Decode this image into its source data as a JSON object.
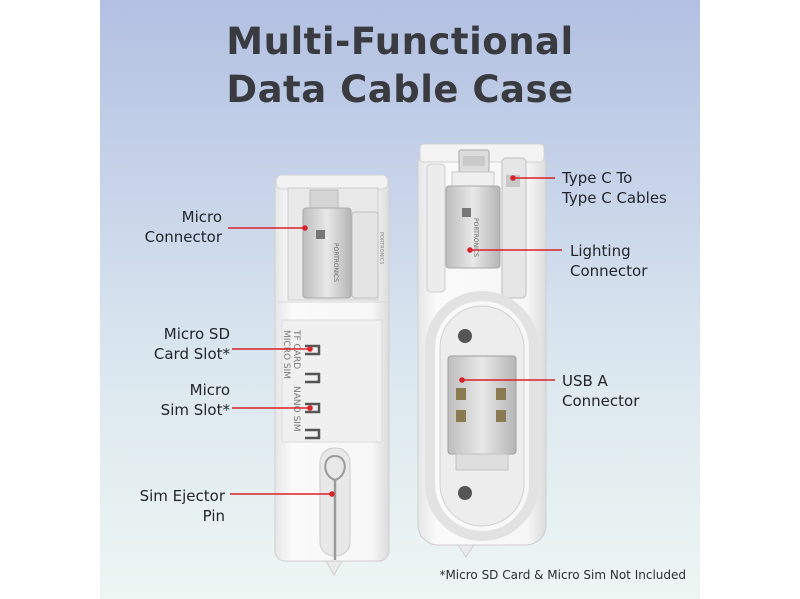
{
  "title": {
    "line1": "Multi-Functional",
    "line2": "Data Cable Case"
  },
  "labels": {
    "micro_connector": [
      "Micro",
      "Connector"
    ],
    "micro_sd_card_slot": [
      "Micro SD",
      "Card Slot*"
    ],
    "micro_sim_slot": [
      "Micro",
      "Sim Slot*"
    ],
    "sim_ejector_pin": [
      "Sim Ejector",
      "Pin"
    ],
    "type_c_cables": [
      "Type C To",
      "Type C Cables"
    ],
    "lighting_connector": [
      "Lighting",
      "Connector"
    ],
    "usb_a_connector": [
      "USB A",
      "Connector"
    ]
  },
  "device_text": {
    "brand": "PORTRONICS",
    "micro_sim": "MICRO SIM",
    "tf_card": "TF CARD",
    "nano_sim": "NANO SIM"
  },
  "footnote": "*Micro SD Card & Micro Sim Not Included",
  "colors": {
    "callout_line": "#d8232a",
    "title_text": "#3a3b40",
    "case_white": "#f4f4f4"
  }
}
